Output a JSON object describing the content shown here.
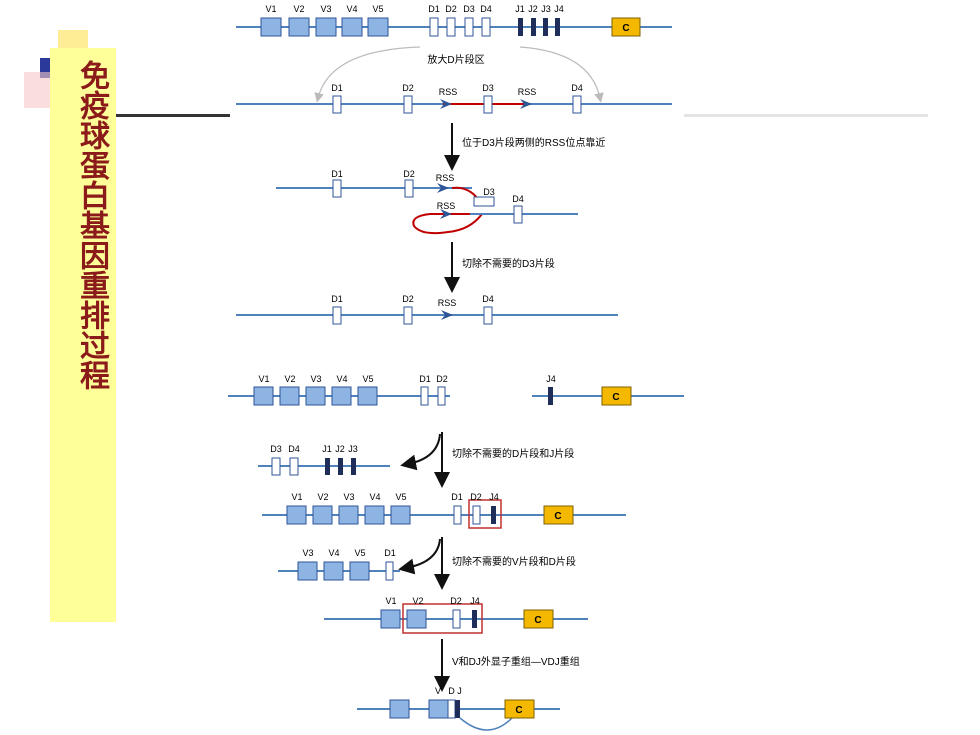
{
  "title": "免疫球蛋白基因重排过程",
  "colors": {
    "title_bg": "#ffff99",
    "title_text": "#8b1a1a",
    "line": "#4f81bd",
    "v_box": "#8eb4e3",
    "c_box": "#f5b800",
    "rss_line": "#c00000",
    "highlight": "#c0302e"
  },
  "labels": {
    "top_v": [
      "V1",
      "V2",
      "V3",
      "V4",
      "V5"
    ],
    "top_d": [
      "D1",
      "D2",
      "D3",
      "D4"
    ],
    "top_j": [
      "J1",
      "J2",
      "J3",
      "J4"
    ],
    "c": "C",
    "zoom": "放大D片段区",
    "r2_d1": "D1",
    "r2_d2": "D2",
    "rss": "RSS",
    "r2_d3": "D3",
    "r2_d4": "D4",
    "step1": "位于D3片段两侧的RSS位点靠近",
    "r3_d1": "D1",
    "r3_d2": "D2",
    "r3_d3": "D3",
    "r3_d4": "D4",
    "step2": "切除不需要的D3片段",
    "r4_d1": "D1",
    "r4_d2": "D2",
    "r4_d4": "D4",
    "b_v": [
      "V1",
      "V2",
      "V3",
      "V4",
      "V5"
    ],
    "b_d": [
      "D1",
      "D2"
    ],
    "b_j4": "J4",
    "exc1_d": [
      "D3",
      "D4"
    ],
    "exc1_j": [
      "J1",
      "J2",
      "J3"
    ],
    "step3": "切除不需要的D片段和J片段",
    "r6_v": [
      "V1",
      "V2",
      "V3",
      "V4",
      "V5"
    ],
    "r6_d1": "D1",
    "r6_d2": "D2",
    "r6_j4": "J4",
    "exc2": [
      "V3",
      "V4",
      "V5",
      "D1"
    ],
    "step4": "切除不需要的V片段和D片段",
    "r7_v1": "V1",
    "r7_v2": "V2",
    "r7_d2": "D2",
    "r7_j4": "J4",
    "step5": "V和DJ外显子重组—VDJ重组",
    "final_v": "V",
    "final_dj": "D J"
  }
}
